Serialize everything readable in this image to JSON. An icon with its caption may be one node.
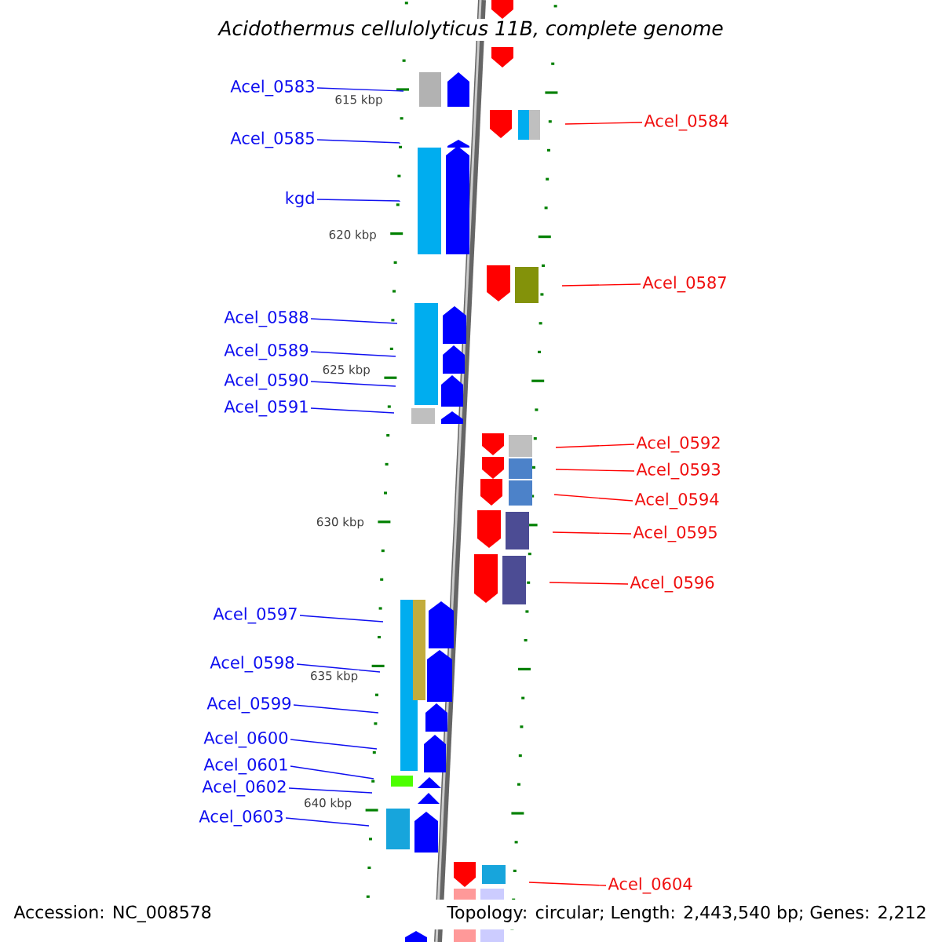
{
  "diagram": {
    "title": "Acidothermus cellulolyticus 11B, complete genome",
    "nodes": [
      {
        "text": [
          "Acel_0583"
        ]
      },
      {
        "text": [
          "Acel_0585"
        ]
      },
      {
        "text": [
          "kgd"
        ]
      },
      {
        "text": [
          "Acel_0588"
        ]
      },
      {
        "text": [
          "Acel_0589"
        ]
      },
      {
        "text": [
          "Acel_0590"
        ]
      },
      {
        "text": [
          "Acel_0591"
        ]
      },
      {
        "text": [
          "Acel_0597"
        ]
      },
      {
        "text": [
          "Acel_0598"
        ]
      },
      {
        "text": [
          "Acel_0599"
        ]
      },
      {
        "text": [
          "Acel_0600"
        ]
      },
      {
        "text": [
          "Acel_0601"
        ]
      },
      {
        "text": [
          "Acel_0602"
        ]
      },
      {
        "text": [
          "Acel_0603"
        ]
      },
      {
        "text": [
          "Acel_0584"
        ]
      },
      {
        "text": [
          "Acel_0587"
        ]
      },
      {
        "text": [
          "Acel_0592"
        ]
      },
      {
        "text": [
          "Acel_0593"
        ]
      },
      {
        "text": [
          "Acel_0594"
        ]
      },
      {
        "text": [
          "Acel_0595"
        ]
      },
      {
        "text": [
          "Acel_0596"
        ]
      },
      {
        "text": [
          "Acel_0604"
        ]
      }
    ],
    "edges": [
      {
        "from": 0,
        "to": null,
        "arrow": "none"
      },
      {
        "from": 1,
        "to": null,
        "arrow": "none"
      },
      {
        "from": 2,
        "to": null,
        "arrow": "none"
      },
      {
        "from": 3,
        "to": null,
        "arrow": "none"
      },
      {
        "from": 4,
        "to": null,
        "arrow": "none"
      },
      {
        "from": 5,
        "to": null,
        "arrow": "none"
      },
      {
        "from": 6,
        "to": null,
        "arrow": "none"
      },
      {
        "from": 7,
        "to": null,
        "arrow": "none"
      },
      {
        "from": 8,
        "to": null,
        "arrow": "none"
      },
      {
        "from": 9,
        "to": null,
        "arrow": "none"
      },
      {
        "from": 10,
        "to": null,
        "arrow": "none"
      },
      {
        "from": 11,
        "to": null,
        "arrow": "none"
      },
      {
        "from": 12,
        "to": null,
        "arrow": "none"
      },
      {
        "from": 13,
        "to": null,
        "arrow": "none"
      },
      {
        "from": 14,
        "to": null,
        "arrow": "none",
        "color": "#ff0000"
      },
      {
        "from": 15,
        "to": null,
        "arrow": "none",
        "color": "#ff0000"
      },
      {
        "from": 16,
        "to": null,
        "arrow": "none",
        "color": "#ff0000"
      },
      {
        "from": 17,
        "to": null,
        "arrow": "none",
        "color": "#ff0000"
      },
      {
        "from": 18,
        "to": null,
        "arrow": "none",
        "color": "#ff0000"
      },
      {
        "from": 19,
        "to": null,
        "arrow": "none",
        "color": "#ff0000"
      },
      {
        "from": 20,
        "to": null,
        "arrow": "none",
        "color": "#ff0000"
      },
      {
        "from": 21,
        "to": null,
        "arrow": "none",
        "color": "#ff0000"
      }
    ],
    "labels": [
      "615 kbp",
      "620 kbp",
      "625 kbp",
      "630 kbp",
      "635 kbp",
      "640 kbp",
      "Accession: NC_008578",
      "Topology: circular; Length: 2,443,540 bp; Genes: 2,212"
    ]
  }
}
